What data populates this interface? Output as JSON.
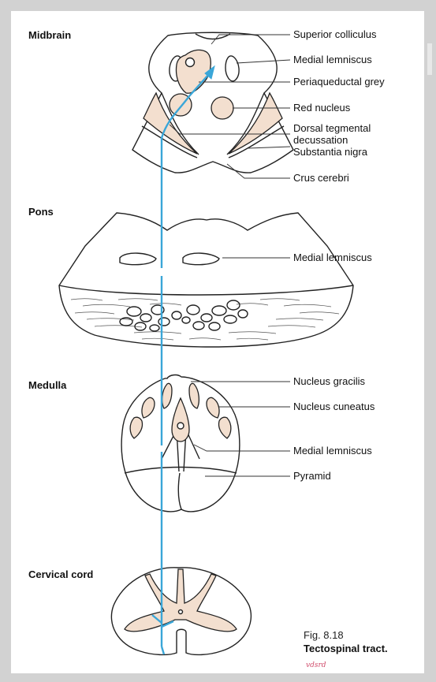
{
  "sections": {
    "midbrain": "Midbrain",
    "pons": "Pons",
    "medulla": "Medulla",
    "cervical": "Cervical cord"
  },
  "labels": {
    "superior_colliculus": "Superior colliculus",
    "medial_lemniscus_midbrain": "Medial lemniscus",
    "periaqueductal_grey": "Periaqueductal grey",
    "red_nucleus": "Red nucleus",
    "dorsal_tegmental_1": "Dorsal tegmental",
    "dorsal_tegmental_2": "decussation",
    "substantia_nigra": "Substantia nigra",
    "crus_cerebri": "Crus cerebri",
    "medial_lemniscus_pons": "Medial lemniscus",
    "nucleus_gracilis": "Nucleus gracilis",
    "nucleus_cuneatus": "Nucleus cuneatus",
    "medial_lemniscus_medulla": "Medial lemniscus",
    "pyramid": "Pyramid"
  },
  "caption": {
    "figure": "Fig. 8.18",
    "title": "Tectospinal tract.",
    "handwritten": "vdsrd"
  },
  "colors": {
    "tract": "#3aa6d8",
    "nucleus_fill": "#f3dfcf",
    "background": "#d2d2d2"
  }
}
